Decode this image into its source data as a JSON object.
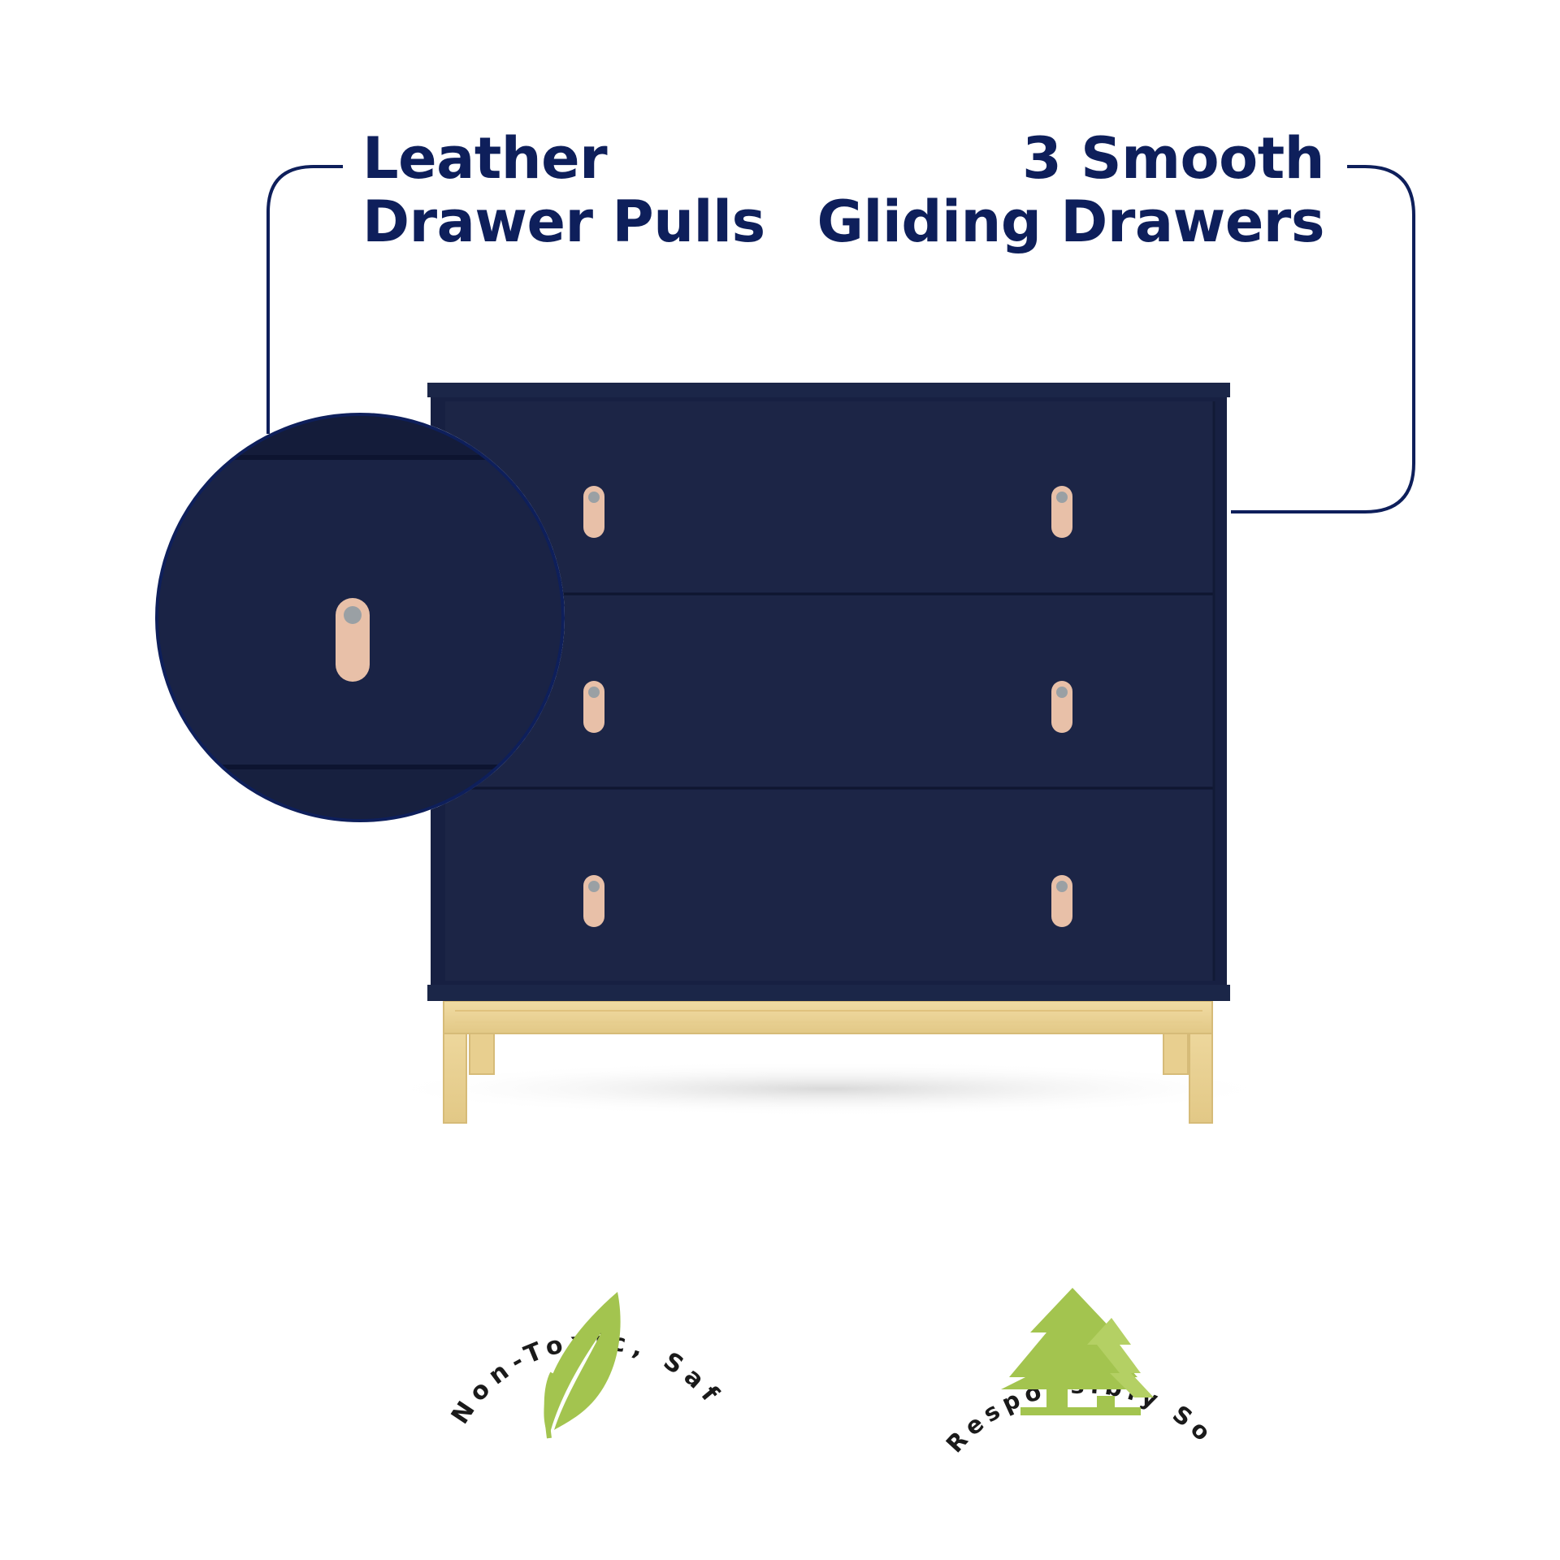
{
  "callouts": {
    "left": {
      "line1": "Leather",
      "line2": "Drawer Pulls"
    },
    "right": {
      "line1": "3 Smooth",
      "line2": "Gliding Drawers"
    }
  },
  "badges": {
    "left": {
      "text": "Non-Toxic, Safe & Healthy",
      "icon": "leaf-icon"
    },
    "right": {
      "text": "Responsibly Sourced Materials",
      "icon": "pine-trees-icon"
    }
  },
  "colors": {
    "navy_text": "#0e1f5b",
    "dresser_navy": "#1b2544",
    "leather_pull": "#e8c0a8",
    "wood_base": "#ecd59a",
    "badge_green": "#a3c44f",
    "badge_text": "#1a1a1a"
  },
  "product": {
    "drawer_count": 3
  }
}
